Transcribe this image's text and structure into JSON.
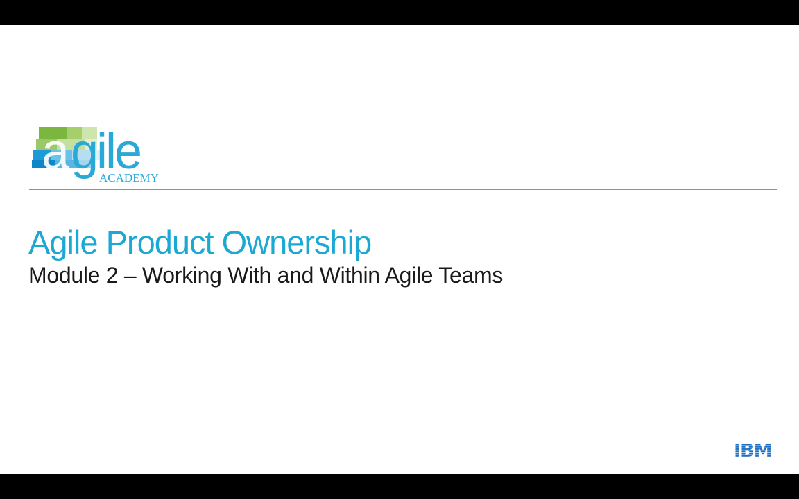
{
  "slide": {
    "title": "Agile Product Ownership",
    "subtitle": "Module 2 – Working With and Within Agile Teams"
  },
  "branding": {
    "logo_word": "agile",
    "logo_tagline": "ACADEMY",
    "partner_logo": "IBM"
  },
  "colors": {
    "accent": "#1ba9d4",
    "divider": "#32b6cf",
    "body_text": "#1a1a1a",
    "ibm_blue": "#1f70c1",
    "logo_green": "#7ab640"
  }
}
